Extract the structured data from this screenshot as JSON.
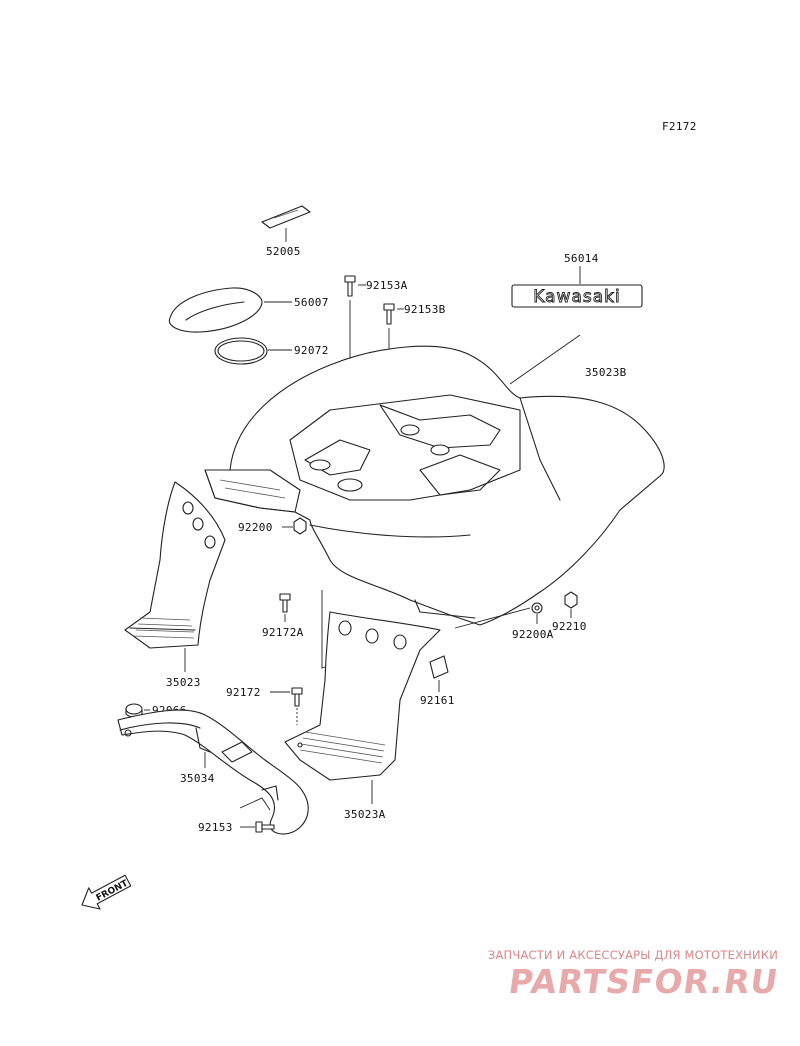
{
  "figure_code": "F2172",
  "front_label": "FRONT",
  "brand_text": "Kawasaki",
  "watermark": {
    "caption": "ЗАПЧАСТИ И АКСЕССУАРЫ ДЛЯ МОТОТЕХНИКИ",
    "logo": "PARTSFOR.RU"
  },
  "callouts": [
    {
      "id": "52005",
      "text": "52005"
    },
    {
      "id": "56014",
      "text": "56014"
    },
    {
      "id": "92153A",
      "text": "92153A"
    },
    {
      "id": "92153B",
      "text": "92153B"
    },
    {
      "id": "56007",
      "text": "56007"
    },
    {
      "id": "92072",
      "text": "92072"
    },
    {
      "id": "35023B",
      "text": "35023B"
    },
    {
      "id": "92200",
      "text": "92200"
    },
    {
      "id": "92172A",
      "text": "92172A"
    },
    {
      "id": "92200A",
      "text": "92200A"
    },
    {
      "id": "92210",
      "text": "92210"
    },
    {
      "id": "35023",
      "text": "35023"
    },
    {
      "id": "92172",
      "text": "92172"
    },
    {
      "id": "92161",
      "text": "92161"
    },
    {
      "id": "92066",
      "text": "92066"
    },
    {
      "id": "35034",
      "text": "35034"
    },
    {
      "id": "92153",
      "text": "92153"
    },
    {
      "id": "35023A",
      "text": "35023A"
    }
  ]
}
